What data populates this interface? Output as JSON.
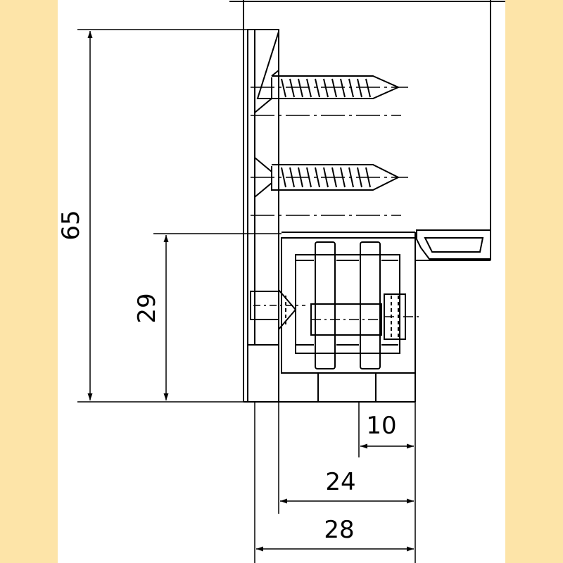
{
  "colors": {
    "background": "#fde4a8",
    "paper": "#ffffff",
    "line": "#000000"
  },
  "dimensions": {
    "overall_height": "65",
    "lower_height": "29",
    "offset_small": "10",
    "offset_mid": "24",
    "overall_width": "28"
  }
}
